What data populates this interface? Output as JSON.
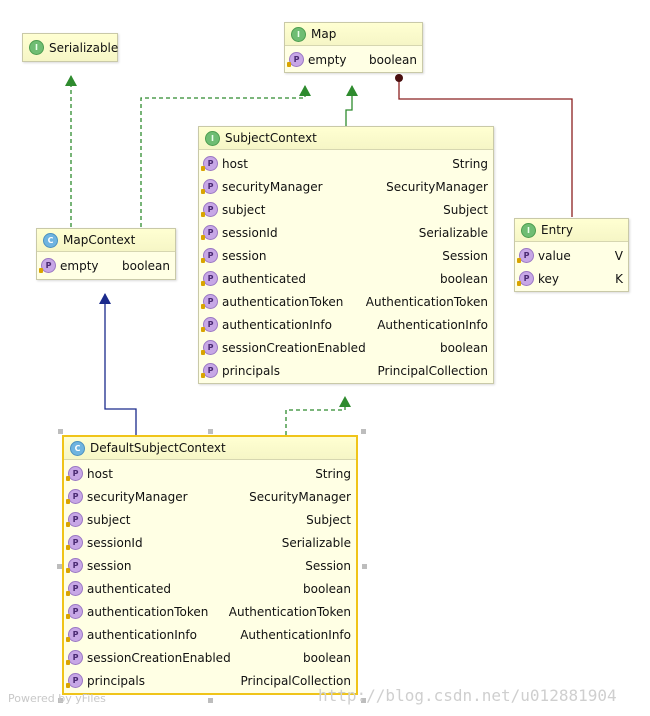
{
  "nodes": {
    "serializable": {
      "kind_letter": "I",
      "title": "Serializable",
      "props": []
    },
    "map": {
      "kind_letter": "I",
      "title": "Map",
      "props": [
        {
          "icon": "P",
          "name": "empty",
          "type": "boolean"
        }
      ]
    },
    "subject_context": {
      "kind_letter": "I",
      "title": "SubjectContext",
      "props": [
        {
          "icon": "P",
          "name": "host",
          "type": "String"
        },
        {
          "icon": "P",
          "name": "securityManager",
          "type": "SecurityManager"
        },
        {
          "icon": "P",
          "name": "subject",
          "type": "Subject"
        },
        {
          "icon": "P",
          "name": "sessionId",
          "type": "Serializable"
        },
        {
          "icon": "P",
          "name": "session",
          "type": "Session"
        },
        {
          "icon": "P",
          "name": "authenticated",
          "type": "boolean"
        },
        {
          "icon": "P",
          "name": "authenticationToken",
          "type": "AuthenticationToken"
        },
        {
          "icon": "P",
          "name": "authenticationInfo",
          "type": "AuthenticationInfo"
        },
        {
          "icon": "P",
          "name": "sessionCreationEnabled",
          "type": "boolean"
        },
        {
          "icon": "P",
          "name": "principals",
          "type": "PrincipalCollection"
        }
      ]
    },
    "map_context": {
      "kind_letter": "C",
      "title": "MapContext",
      "props": [
        {
          "icon": "P",
          "name": "empty",
          "type": "boolean"
        }
      ]
    },
    "entry": {
      "kind_letter": "I",
      "title": "Entry",
      "props": [
        {
          "icon": "P",
          "name": "value",
          "type": "V"
        },
        {
          "icon": "P",
          "name": "key",
          "type": "K"
        }
      ]
    },
    "default_subject_context": {
      "kind_letter": "C",
      "title": "DefaultSubjectContext",
      "props": [
        {
          "icon": "P",
          "name": "host",
          "type": "String"
        },
        {
          "icon": "P",
          "name": "securityManager",
          "type": "SecurityManager"
        },
        {
          "icon": "P",
          "name": "subject",
          "type": "Subject"
        },
        {
          "icon": "P",
          "name": "sessionId",
          "type": "Serializable"
        },
        {
          "icon": "P",
          "name": "session",
          "type": "Session"
        },
        {
          "icon": "P",
          "name": "authenticated",
          "type": "boolean"
        },
        {
          "icon": "P",
          "name": "authenticationToken",
          "type": "AuthenticationToken"
        },
        {
          "icon": "P",
          "name": "authenticationInfo",
          "type": "AuthenticationInfo"
        },
        {
          "icon": "P",
          "name": "sessionCreationEnabled",
          "type": "boolean"
        },
        {
          "icon": "P",
          "name": "principals",
          "type": "PrincipalCollection"
        }
      ]
    }
  },
  "edges": [
    {
      "from": "map_context",
      "to": "serializable",
      "kind": "implements"
    },
    {
      "from": "map_context",
      "to": "map",
      "kind": "implements"
    },
    {
      "from": "subject_context",
      "to": "map",
      "kind": "extends"
    },
    {
      "from": "entry",
      "to": "map",
      "kind": "inner"
    },
    {
      "from": "default_subject_context",
      "to": "map_context",
      "kind": "extends"
    },
    {
      "from": "default_subject_context",
      "to": "subject_context",
      "kind": "implements"
    }
  ],
  "colors": {
    "implements": "#2e8b2e",
    "extends_interface": "#2e8b2e",
    "extends_class": "#1a2a8c",
    "inner": "#8b2020",
    "node_bg": "#ffffe4",
    "selected_border": "#f0c419"
  },
  "footer": {
    "powered_by": "Powered by yFiles",
    "watermark": "http://blog.csdn.net/u012881904"
  }
}
